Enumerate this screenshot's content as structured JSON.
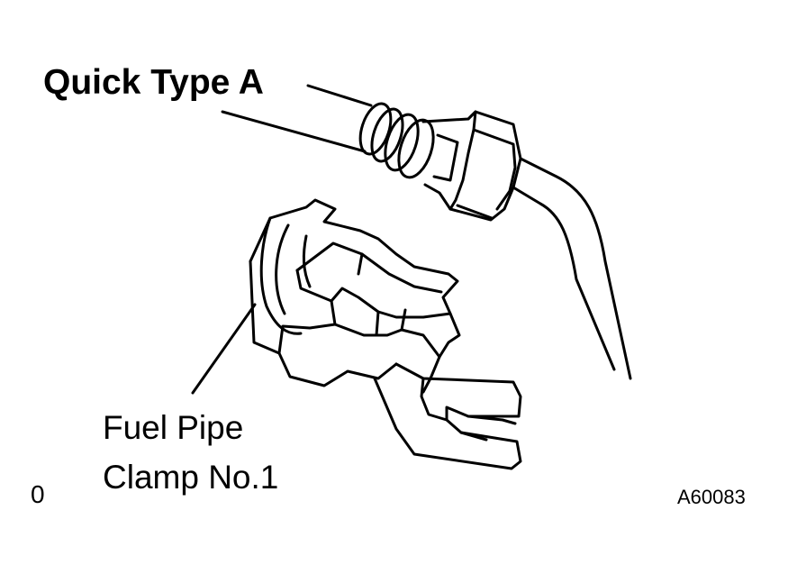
{
  "labels": {
    "quick_type": "Quick Type A",
    "clamp_line1": "Fuel Pipe",
    "clamp_line2": "Clamp No.1",
    "corner_mark": "0",
    "figure_code": "A60083"
  }
}
